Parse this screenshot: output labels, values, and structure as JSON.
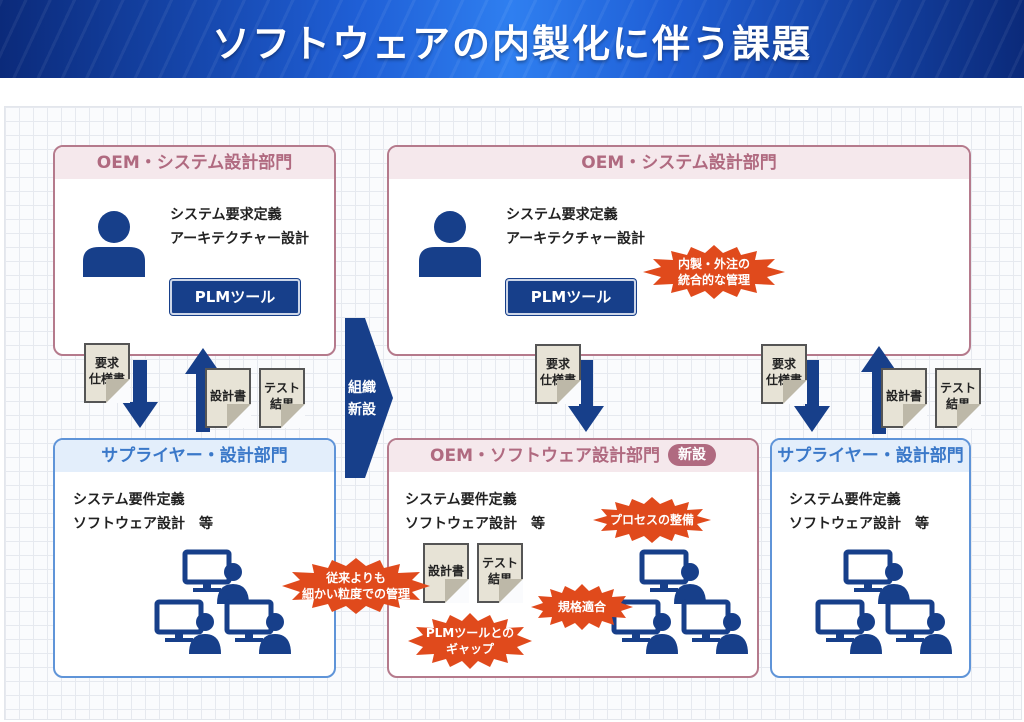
{
  "title": "ソフトウェアの内製化に伴う課題",
  "left_oem": {
    "header": "OEM・システム設計部門",
    "line1": "システム要求定義",
    "line2": "アーキテクチャー設計",
    "plm": "PLMツール"
  },
  "left_sup": {
    "header": "サプライヤー・設計部門",
    "line1": "システム要件定義",
    "line2": "ソフトウェア設計　等"
  },
  "right_oem": {
    "header": "OEM・システム設計部門",
    "line1": "システム要求定義",
    "line2": "アーキテクチャー設計",
    "plm": "PLMツール"
  },
  "mid_oem_sw": {
    "header": "OEM・ソフトウェア設計部門",
    "badge": "新設",
    "line1": "システム要件定義",
    "line2": "ソフトウェア設計　等"
  },
  "right_sup": {
    "header": "サプライヤー・設計部門",
    "line1": "システム要件定義",
    "line2": "ソフトウェア設計　等"
  },
  "docs": {
    "req_line1": "要求",
    "req_line2": "仕様書",
    "design": "設計書",
    "test_line1": "テスト",
    "test_line2": "結果"
  },
  "center_arrow": {
    "line1": "組織",
    "line2": "新設"
  },
  "bursts": {
    "integrated_line1": "内製・外注の",
    "integrated_line2": "統合的な管理",
    "finer_line1": "従来よりも",
    "finer_line2": "細かい粒度での管理",
    "process": "プロセスの整備",
    "compliance": "規格適合",
    "gap_line1": "PLMツールとの",
    "gap_line2": "ギャップ"
  },
  "colors": {
    "navy": "#173f8a",
    "burst": "#e04a1c",
    "oem_border": "#b57a8c",
    "sup_border": "#5f94d8"
  }
}
